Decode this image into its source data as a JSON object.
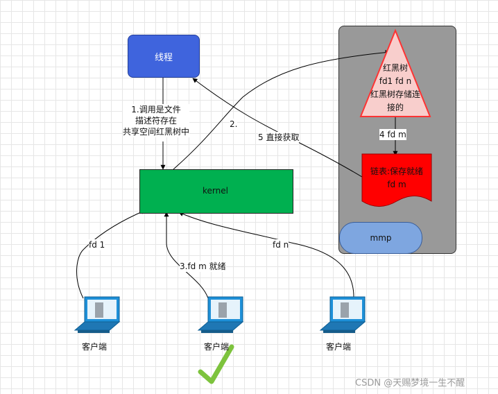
{
  "nodes": {
    "thread": "线程",
    "kernel": "kernel",
    "red_black_tree": [
      "红黑树",
      "fd1  fd  n",
      "红黑树存储连",
      "接的"
    ],
    "ready_list": [
      "链表:保存就绪",
      "fd  m"
    ],
    "mmp": "mmp",
    "clients": [
      "客户端",
      "客户端",
      "客户端"
    ]
  },
  "edges": {
    "call_check": [
      "1.调用是文件",
      "描述符存在",
      "共享空间红黑树中"
    ],
    "to_tree": "2.",
    "direct_get": "5  直接获取",
    "tree_to_list": "4   fd  m",
    "fd1": "fd  1",
    "fdm_ready": "3.fd  m  就绪",
    "fdn": "fd  n"
  },
  "watermark": "CSDN @天赐梦境一生不醒",
  "colors": {
    "thread": "#3f64dd",
    "kernel": "#00b050",
    "panel": "#999999",
    "tree_fill": "#f8cecc",
    "tree_border": "#ff3333",
    "list": "#ff0000",
    "mmp": "#7ea6e0",
    "checkmark": "#7dc33d"
  }
}
